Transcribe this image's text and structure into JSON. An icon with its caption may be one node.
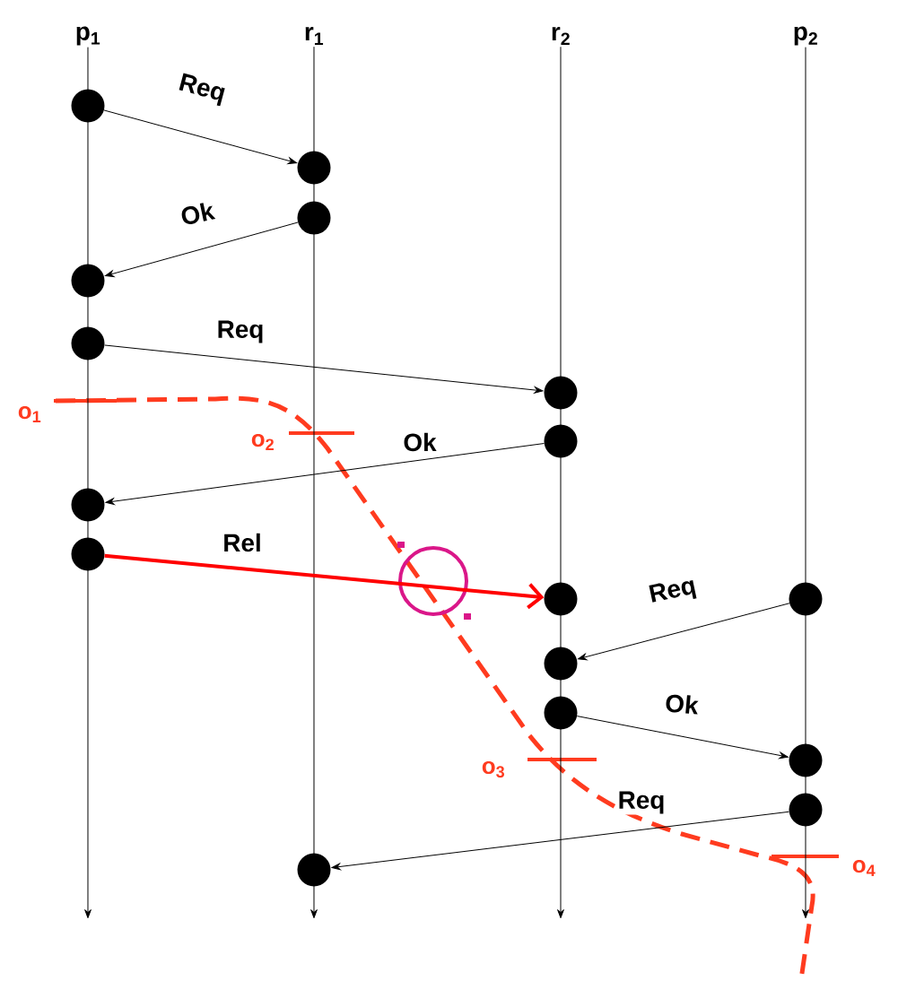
{
  "diagram": {
    "nodes": [
      {
        "text": [
          "p$_{1}$"
        ]
      },
      {
        "text": [
          "r$_{1}$"
        ]
      },
      {
        "text": [
          "r$_{2}$"
        ]
      },
      {
        "text": [
          "p$_{2}$"
        ]
      },
      {
        "text": [],
        "shape": "circle"
      },
      {
        "text": [],
        "shape": "circle"
      },
      {
        "text": [],
        "shape": "circle"
      },
      {
        "text": [],
        "shape": "circle"
      },
      {
        "text": [],
        "shape": "circle"
      },
      {
        "text": [],
        "shape": "circle"
      },
      {
        "text": [],
        "shape": "circle"
      },
      {
        "text": [],
        "shape": "circle"
      },
      {
        "text": [],
        "shape": "circle"
      },
      {
        "text": [],
        "shape": "circle"
      },
      {
        "text": [],
        "shape": "circle"
      },
      {
        "text": [],
        "shape": "circle"
      },
      {
        "text": [],
        "shape": "circle"
      },
      {
        "text": [],
        "shape": "circle"
      },
      {
        "text": [],
        "shape": "circle"
      },
      {
        "text": [],
        "shape": "circle"
      }
    ],
    "edges": [
      {
        "from": 0,
        "to": null,
        "arrow": "to"
      },
      {
        "from": 1,
        "to": null,
        "arrow": "to"
      },
      {
        "from": 2,
        "to": null,
        "arrow": "to"
      },
      {
        "from": 3,
        "to": null,
        "arrow": "to"
      },
      {
        "from": 4,
        "to": 5,
        "arrow": "to",
        "label": "Req"
      },
      {
        "from": 6,
        "to": 7,
        "arrow": "to",
        "label": "Ok"
      },
      {
        "from": 8,
        "to": 9,
        "arrow": "to",
        "label": "Req"
      },
      {
        "from": 10,
        "to": 11,
        "arrow": "to",
        "label": "Ok"
      },
      {
        "from": 12,
        "to": 13,
        "arrow": "to",
        "label": "Rel",
        "style": "thick",
        "color": "#ff0000"
      },
      {
        "from": 14,
        "to": 15,
        "arrow": "to",
        "label": "Req"
      },
      {
        "from": 16,
        "to": 17,
        "arrow": "to",
        "label": "Ok"
      },
      {
        "from": 18,
        "to": 19,
        "arrow": "to",
        "label": "Req"
      }
    ],
    "labels": [
      "o$_{1}$",
      "o$_{2}$",
      "o$_{3}$",
      "o$_{4}$"
    ]
  }
}
